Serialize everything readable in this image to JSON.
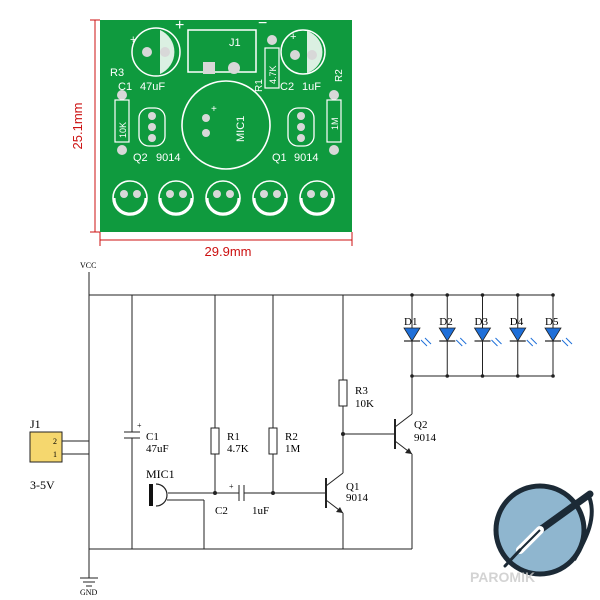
{
  "pcb": {
    "dimension_height": "25.1mm",
    "dimension_width": "29.9mm",
    "silkscreen": {
      "plus_left": "+",
      "minus_right": "−",
      "j1": "J1",
      "r3": "R3",
      "c1": "C1",
      "c1_value": "47uF",
      "r1": "R1",
      "r1_value": "4.7K",
      "c2": "C2",
      "c2_value": "1uF",
      "r2": "R2",
      "r3_value": "10K",
      "r2_value": "1M",
      "mic": "MIC1",
      "q2": "Q2",
      "q2_part": "9014",
      "q1": "Q1",
      "q1_part": "9014"
    },
    "colors": {
      "board": "#0f9a3e",
      "silk": "#ffffff",
      "pad": "#d8d8d8",
      "dimension": "#cc1111"
    }
  },
  "schematic": {
    "vcc": "VCC",
    "gnd": "GND",
    "j1": "J1",
    "j1_pin2": "2",
    "j1_pin1": "1",
    "supply": "3-5V",
    "c1": "C1",
    "c1_value": "47uF",
    "c1_plus": "+",
    "r1": "R1",
    "r1_value": "4.7K",
    "r2": "R2",
    "r2_value": "1M",
    "r3": "R3",
    "r3_value": "10K",
    "mic": "MIC1",
    "c2": "C2",
    "c2_value": "1uF",
    "c2_plus": "+",
    "q1": "Q1",
    "q1_part": "9014",
    "q2": "Q2",
    "q2_part": "9014",
    "leds": [
      "D1",
      "D2",
      "D3",
      "D4",
      "D5"
    ],
    "colors": {
      "wire": "#222222",
      "led": "#1e6fd9",
      "connector": "#f5d76e"
    }
  },
  "watermark": {
    "text": "PAROMIK",
    "icon": "soldering-iron-icon"
  }
}
